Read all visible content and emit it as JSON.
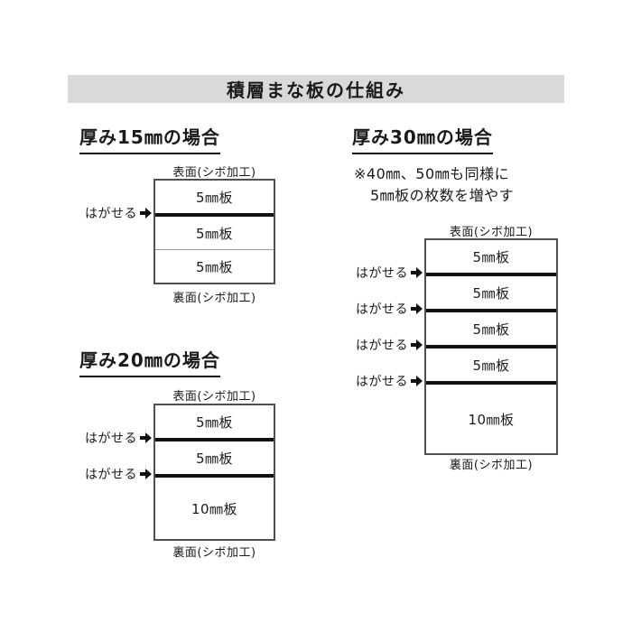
{
  "title": "積層まな板の仕組み",
  "peel_label": "はがせる",
  "surface_top": "表面(シボ加工)",
  "surface_bottom": "裏面(シボ加工)",
  "diagrams": {
    "t15": {
      "heading": "厚み15㎜の場合",
      "layers": [
        "5㎜板",
        "5㎜板",
        "5㎜板"
      ]
    },
    "t20": {
      "heading": "厚み20㎜の場合",
      "layers": [
        "5㎜板",
        "5㎜板",
        "10㎜板"
      ]
    },
    "t30": {
      "heading": "厚み30㎜の場合",
      "note_line1": "※40㎜、50㎜も同様に",
      "note_line2": "5㎜板の枚数を増やす",
      "layers": [
        "5㎜板",
        "5㎜板",
        "5㎜板",
        "5㎜板",
        "10㎜板"
      ]
    }
  }
}
